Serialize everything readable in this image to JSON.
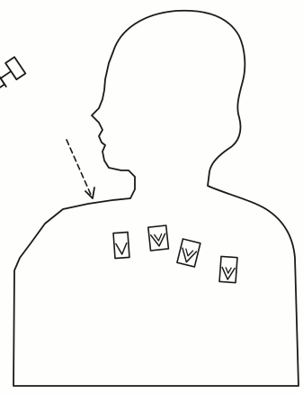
{
  "figure": {
    "background_color": "#fefefd",
    "ink_color": "#1a1a1a",
    "elements": [
      "person-silhouette",
      "syringe",
      "injection-arrow",
      "skin-patches"
    ],
    "patch_count": 4,
    "patch_symbol": "V"
  }
}
